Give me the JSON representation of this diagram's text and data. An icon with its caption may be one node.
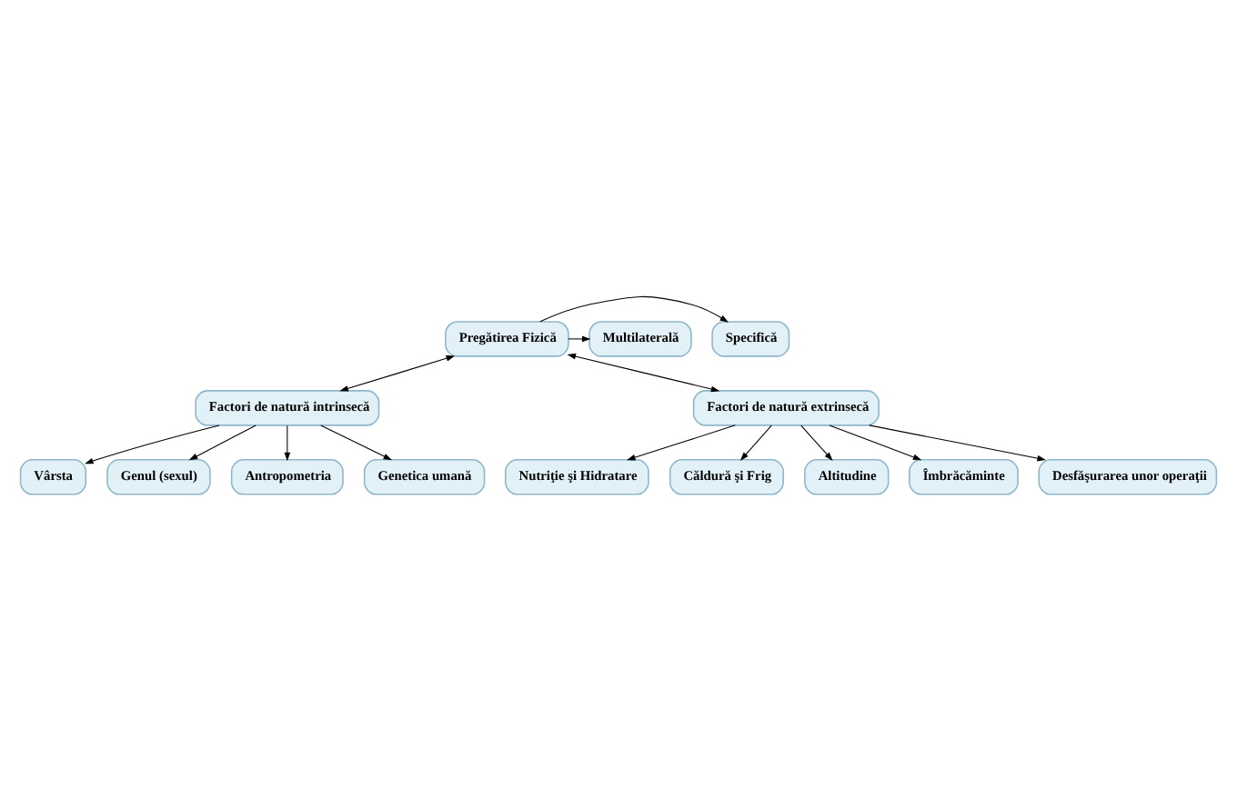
{
  "diagram": {
    "nodes": [
      {
        "text": [
          "Pregătirea Fizică"
        ]
      },
      {
        "text": [
          "Specifică"
        ]
      },
      {
        "text": [
          "Multilaterală"
        ]
      },
      {
        "text": [
          "Factori de natură intrinsecă"
        ]
      },
      {
        "text": [
          "Factori de natură extrinsecă"
        ]
      },
      {
        "text": [
          "Vârsta"
        ]
      },
      {
        "text": [
          "Genul (sexul)"
        ]
      },
      {
        "text": [
          "Antropometria"
        ]
      },
      {
        "text": [
          "Genetica umană"
        ]
      },
      {
        "text": [
          "Nutriţie şi Hidratare"
        ]
      },
      {
        "text": [
          "Căldură şi Frig"
        ]
      },
      {
        "text": [
          "Altitudine"
        ]
      },
      {
        "text": [
          "Îmbrăcăminte"
        ]
      },
      {
        "text": [
          "Desfăşurarea unor operaţii"
        ]
      }
    ],
    "edges": [
      {
        "from": 0,
        "to": 1,
        "arrow": "to"
      },
      {
        "from": 0,
        "to": 2,
        "arrow": "to"
      },
      {
        "from": 0,
        "to": 3,
        "arrow": "both"
      },
      {
        "from": 0,
        "to": 4,
        "arrow": "both"
      },
      {
        "from": 3,
        "to": 5,
        "arrow": "to"
      },
      {
        "from": 3,
        "to": 6,
        "arrow": "to"
      },
      {
        "from": 3,
        "to": 7,
        "arrow": "to"
      },
      {
        "from": 3,
        "to": 8,
        "arrow": "to"
      },
      {
        "from": 4,
        "to": 9,
        "arrow": "to"
      },
      {
        "from": 4,
        "to": 10,
        "arrow": "to"
      },
      {
        "from": 4,
        "to": 11,
        "arrow": "to"
      },
      {
        "from": 4,
        "to": 12,
        "arrow": "to"
      },
      {
        "from": 4,
        "to": 13,
        "arrow": "to"
      }
    ]
  }
}
